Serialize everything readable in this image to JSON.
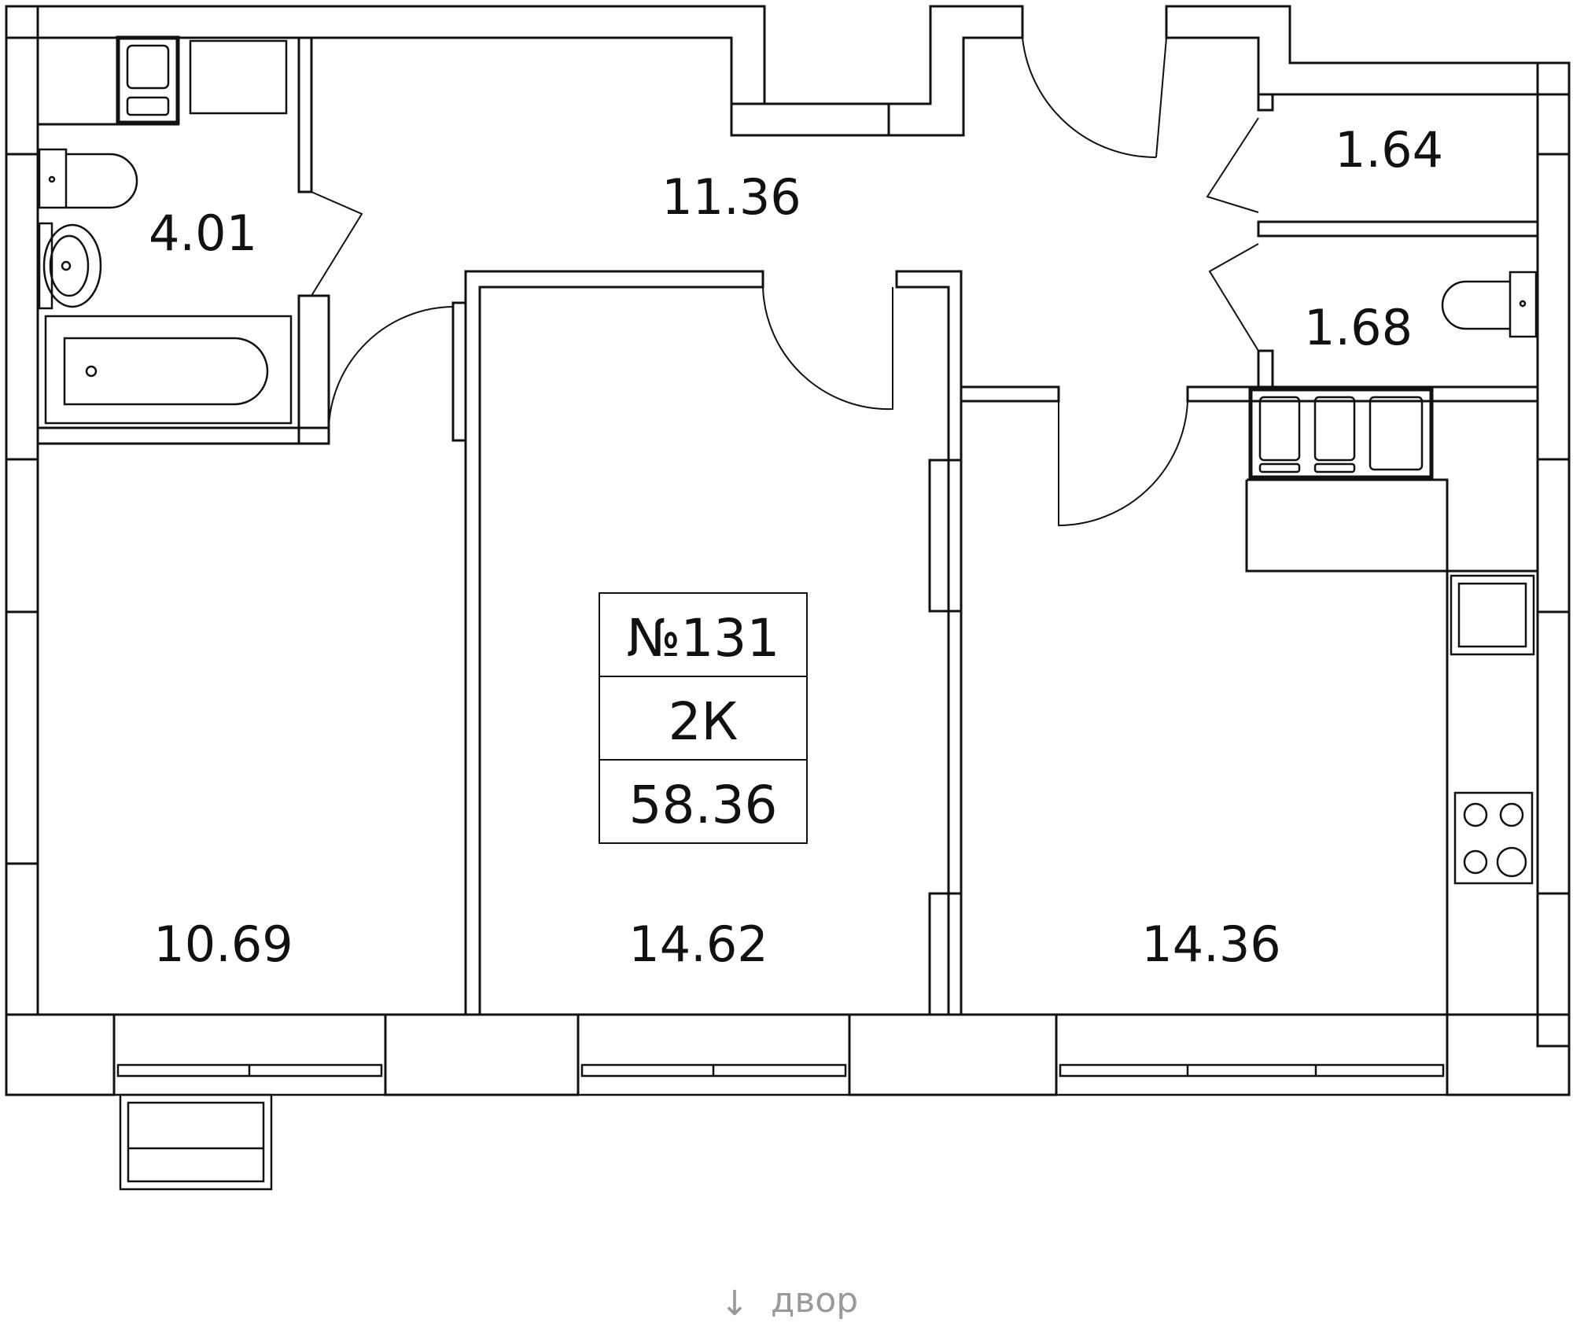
{
  "apartment": {
    "number": "№131",
    "type": "2К",
    "total_area": "58.36"
  },
  "rooms": {
    "bathroom": "4.01",
    "hallway": "11.36",
    "storage": "1.64",
    "wc": "1.68",
    "bedroom_left": "10.69",
    "bedroom_center": "14.62",
    "kitchen_living": "14.36"
  },
  "orientation": {
    "arrow": "↓",
    "label": "двор"
  },
  "colors": {
    "wall": "#111111",
    "line": "#111111",
    "orientation_label": "#9a9a9a"
  }
}
